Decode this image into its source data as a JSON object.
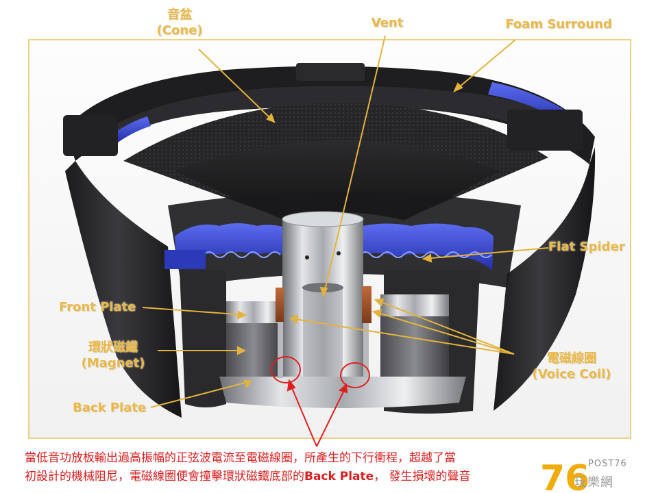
{
  "labels": {
    "cone_zh": "音盆",
    "cone_en": "(Cone)",
    "vent": "Vent",
    "foam_surround": "Foam Surround",
    "flat_spider": "Flat  Spider",
    "front_plate": "Front Plate",
    "magnet_zh": "環狀磁鐵",
    "magnet_en": "(Magnet)",
    "back_plate": "Back Plate",
    "voice_coil_zh": "電磁線圈",
    "voice_coil_en": "(Voice Coil)"
  },
  "caption": {
    "line1": "當低音功放板輸出過高振幅的正弦波電流至電磁線圈，所產生的下行衝程，超越了當",
    "line2_a": "初設計的機械阻尼，電磁線圈便會撞擊環狀磁鐵底部的",
    "line2_b": "Back Plate",
    "line2_c": "， 發生損壞的聲音"
  },
  "watermark": {
    "big": "76",
    "text": "玩樂網",
    "sub": "POST76"
  },
  "colors": {
    "label": "#e8b84a",
    "arrow": "#e3b33d",
    "frame": "#e6c35a",
    "caption": "#d81c1c",
    "highlight": "#e02020"
  }
}
